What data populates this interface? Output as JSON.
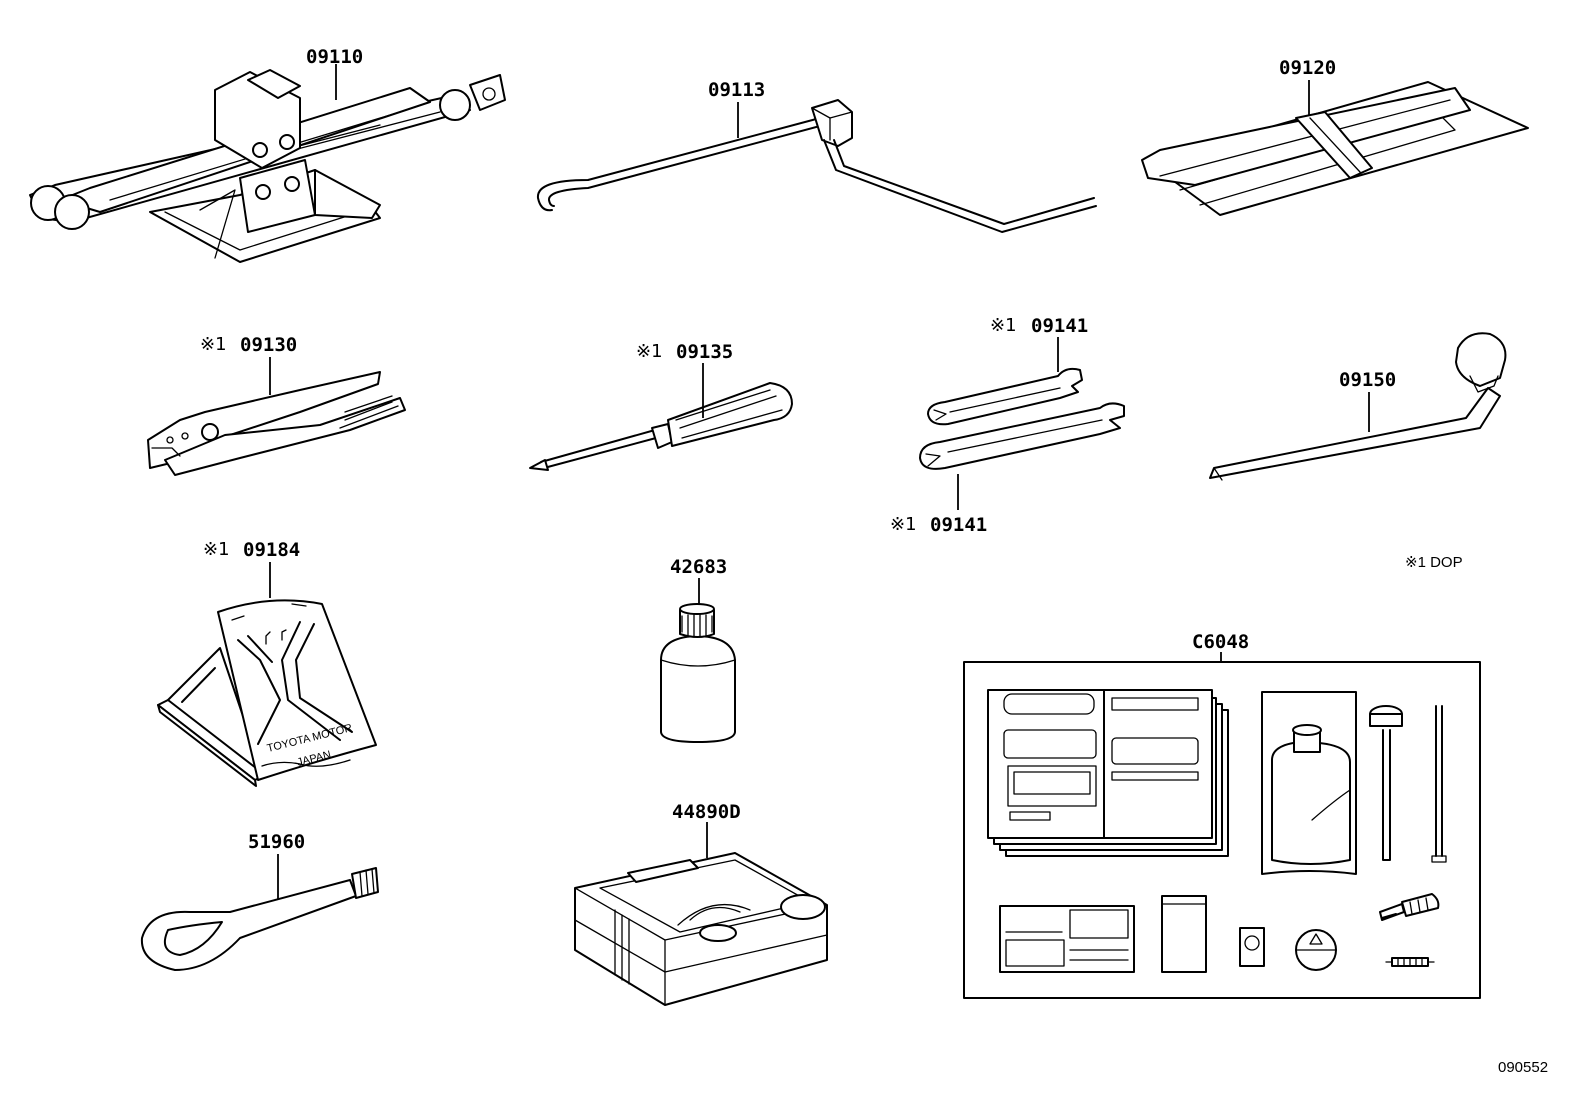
{
  "parts": [
    {
      "id": "jack",
      "label": "09110",
      "dop": false
    },
    {
      "id": "jack-handle",
      "label": "09113",
      "dop": false
    },
    {
      "id": "tool-bag",
      "label": "09120",
      "dop": false
    },
    {
      "id": "pliers",
      "label": "09130",
      "dop": true
    },
    {
      "id": "screwdriver",
      "label": "09135",
      "dop": true
    },
    {
      "id": "wrench-upper",
      "label": "09141",
      "dop": true
    },
    {
      "id": "wrench-lower",
      "label": "09141",
      "dop": true
    },
    {
      "id": "lug-wrench",
      "label": "09150",
      "dop": false
    },
    {
      "id": "warning-plate",
      "label": "09184",
      "dop": true
    },
    {
      "id": "sealant-bottle",
      "label": "42683",
      "dop": false
    },
    {
      "id": "compressor",
      "label": "44890D",
      "dop": false
    },
    {
      "id": "repair-kit",
      "label": "C6048",
      "dop": false
    },
    {
      "id": "towing-eye",
      "label": "51960",
      "dop": false
    }
  ],
  "dop_mark": "※1",
  "legend_text": "※1 DOP",
  "stamp_lines": [
    "TOYOTA MOTOR",
    "JAPAN"
  ],
  "drawing_number": "090552"
}
